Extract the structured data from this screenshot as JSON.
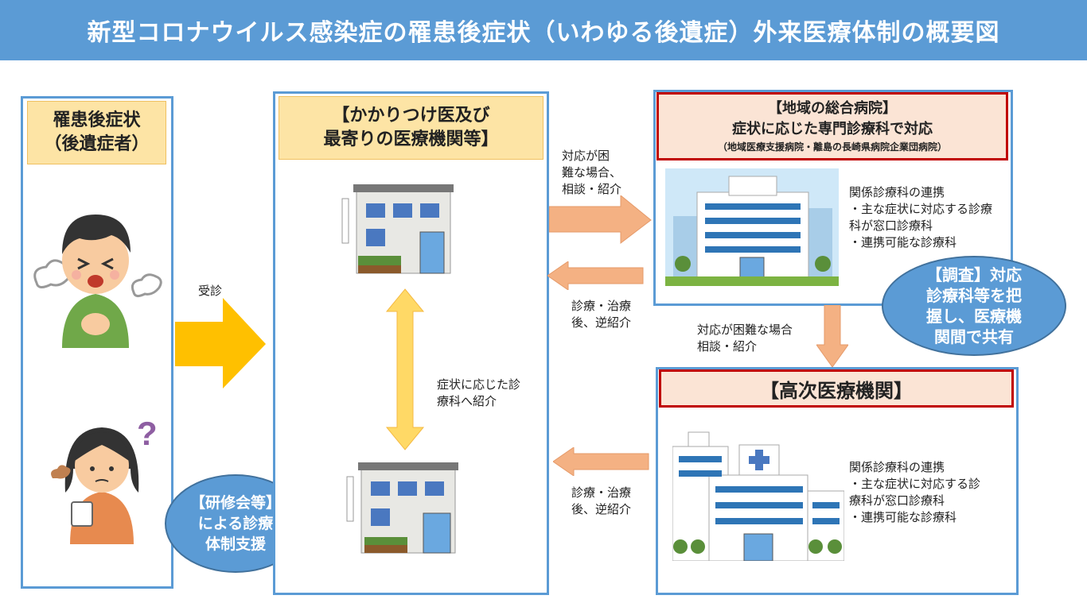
{
  "title": "新型コロナウイルス感染症の罹患後症状（いわゆる後遺症）外来医療体制の概要図",
  "patients": {
    "label_line1": "罹患後症状",
    "label_line2": "（後遺症者）"
  },
  "arrows": {
    "visit": "受診"
  },
  "kakaritsuke": {
    "label_line1": "【かかりつけ医及び",
    "label_line2": "最寄りの医療機関等】"
  },
  "referral_between_clinics": {
    "line1": "症状に応じた診",
    "line2": "療科へ紹介"
  },
  "training_bubble": {
    "line1": "【研修会等】",
    "line2": "による診療",
    "line3": "体制支援"
  },
  "to_general_hospital": {
    "line1": "対応が困",
    "line2": "難な場合、",
    "line3": "相談・紹介"
  },
  "back_from_general": {
    "line1": "診療・治療",
    "line2": "後、逆紹介"
  },
  "general_hospital": {
    "title_line1": "【地域の総合病院】",
    "title_line2": "症状に応じた専門診療科で対応",
    "title_line3": "（地域医療支援病院・離島の長崎県病院企業団病院）",
    "desc": [
      "関係診療科の連携",
      "・主な症状に対応する診療",
      "科が窓口診療科",
      "・連携可能な診療科"
    ]
  },
  "survey_bubble": {
    "line1": "【調査】対応",
    "line2": "診療科等を把",
    "line3": "握し、医療機",
    "line4": "関間で共有"
  },
  "to_advanced": {
    "line1": "対応が困難な場合",
    "line2": "相談・紹介"
  },
  "advanced_hospital": {
    "title": "【高次医療機関】",
    "desc": [
      "関係診療科の連携",
      "・主な症状に対応する診",
      "療科が窓口診療科",
      "・連携可能な診療科"
    ]
  },
  "back_from_advanced": {
    "line1": "診療・治療",
    "line2": "後、逆紹介"
  },
  "colors": {
    "header": "#5b9bd5",
    "yellow_arrow": "#ffc000",
    "salmon_arrow": "#f4b183",
    "border_red": "#c00000"
  }
}
